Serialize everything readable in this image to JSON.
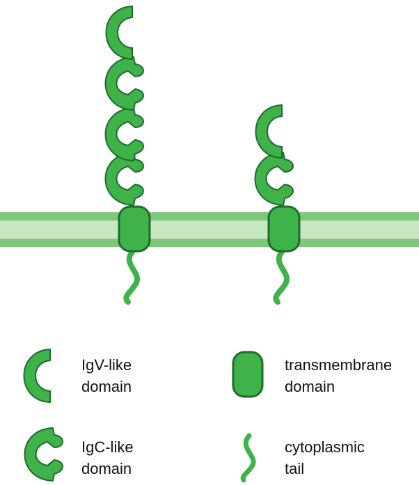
{
  "colors": {
    "domain_fill": "#3fb24a",
    "domain_stroke": "#1f6b2c",
    "membrane_outer": "#7fc77a",
    "membrane_inner": "#c9e8c1",
    "text": "#111111"
  },
  "legend": {
    "igv": {
      "icon": "igv-like-domain-icon",
      "line1": "IgV-like",
      "line2": "domain"
    },
    "igc": {
      "icon": "igc-like-domain-icon",
      "line1": "IgC-like",
      "line2": "domain"
    },
    "tm": {
      "icon": "transmembrane-domain-icon",
      "line1": "transmembrane",
      "line2": "domain"
    },
    "tail": {
      "icon": "cytoplasmic-tail-icon",
      "line1": "cytoplasmic",
      "line2": "tail"
    }
  }
}
